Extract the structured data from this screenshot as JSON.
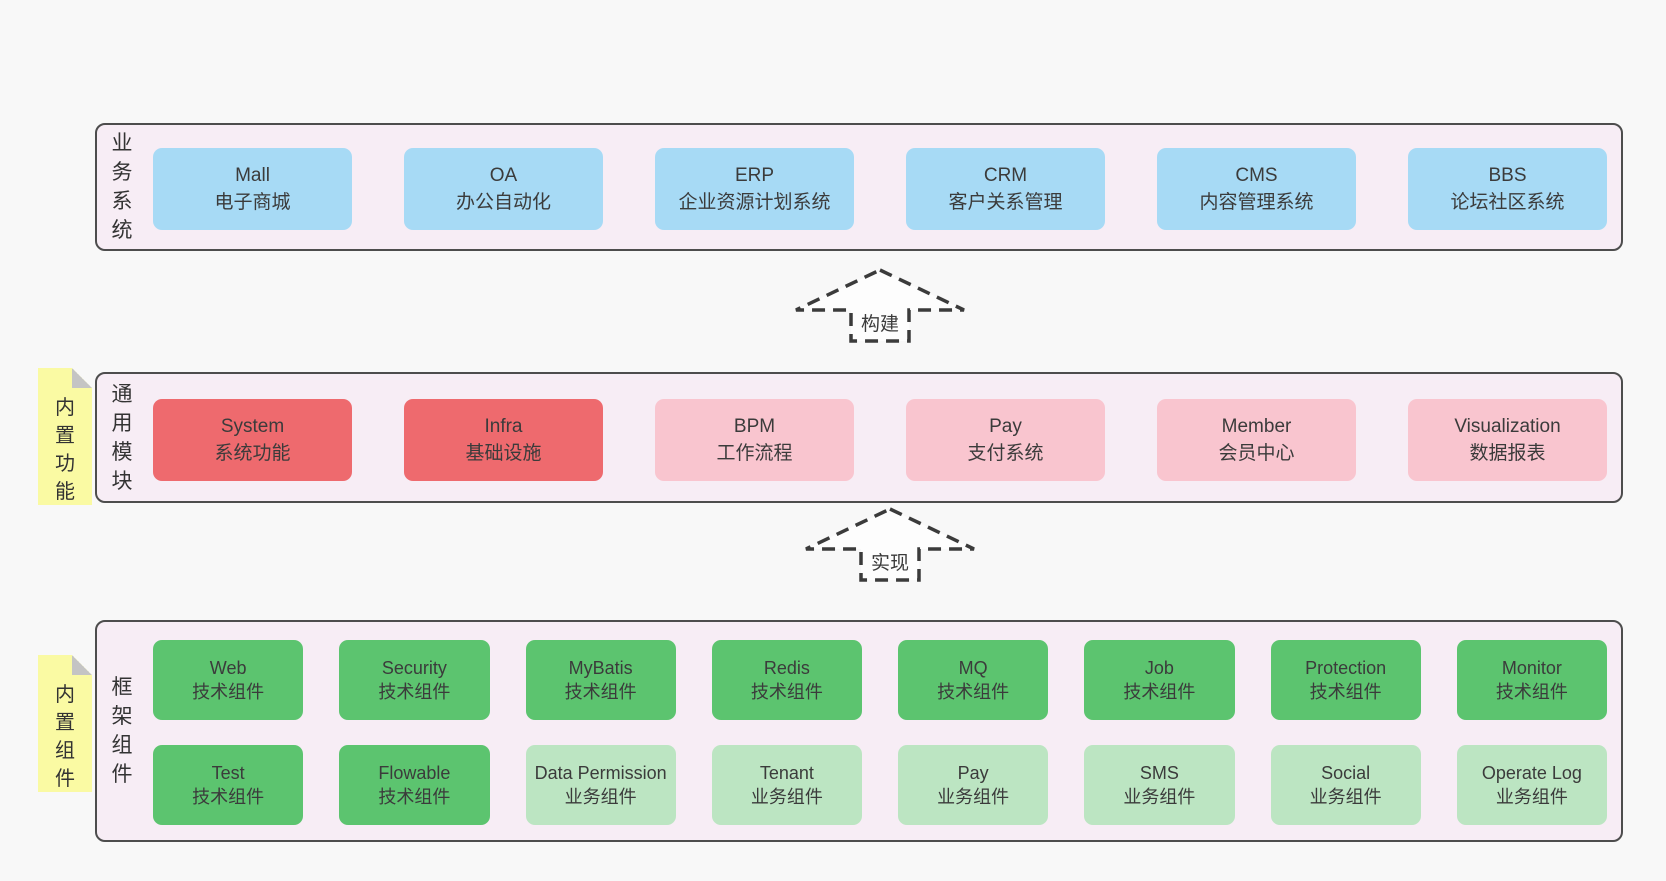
{
  "colors": {
    "background": "#f8f8f8",
    "panel_bg": "#f7edf5",
    "panel_border": "#4d4d4d",
    "blue_box": "#a7daf5",
    "red_box": "#ee6a6e",
    "pink_box": "#f9c5cf",
    "green_box": "#5cc46f",
    "light_green_box": "#bce5c2",
    "note_yellow": "#fafaa3",
    "text": "#3b3b3b"
  },
  "arrows": {
    "build": "构建",
    "implement": "实现"
  },
  "sections": {
    "business": {
      "label": "业务系统",
      "boxes": [
        {
          "name": "Mall",
          "desc": "电子商城"
        },
        {
          "name": "OA",
          "desc": "办公自动化"
        },
        {
          "name": "ERP",
          "desc": "企业资源计划系统"
        },
        {
          "name": "CRM",
          "desc": "客户关系管理"
        },
        {
          "name": "CMS",
          "desc": "内容管理系统"
        },
        {
          "name": "BBS",
          "desc": "论坛社区系统"
        }
      ]
    },
    "modules": {
      "label": "通用模块",
      "note": "内置功能",
      "boxes": [
        {
          "name": "System",
          "desc": "系统功能"
        },
        {
          "name": "Infra",
          "desc": "基础设施"
        },
        {
          "name": "BPM",
          "desc": "工作流程"
        },
        {
          "name": "Pay",
          "desc": "支付系统"
        },
        {
          "name": "Member",
          "desc": "会员中心"
        },
        {
          "name": "Visualization",
          "desc": "数据报表"
        }
      ]
    },
    "components": {
      "label": "框架组件",
      "note": "内置组件",
      "rows": [
        [
          {
            "name": "Web",
            "desc": "技术组件"
          },
          {
            "name": "Security",
            "desc": "技术组件"
          },
          {
            "name": "MyBatis",
            "desc": "技术组件"
          },
          {
            "name": "Redis",
            "desc": "技术组件"
          },
          {
            "name": "MQ",
            "desc": "技术组件"
          },
          {
            "name": "Job",
            "desc": "技术组件"
          },
          {
            "name": "Protection",
            "desc": "技术组件"
          },
          {
            "name": "Monitor",
            "desc": "技术组件"
          }
        ],
        [
          {
            "name": "Test",
            "desc": "技术组件"
          },
          {
            "name": "Flowable",
            "desc": "技术组件"
          },
          {
            "name": "Data Permission",
            "desc": "业务组件"
          },
          {
            "name": "Tenant",
            "desc": "业务组件"
          },
          {
            "name": "Pay",
            "desc": "业务组件"
          },
          {
            "name": "SMS",
            "desc": "业务组件"
          },
          {
            "name": "Social",
            "desc": "业务组件"
          },
          {
            "name": "Operate Log",
            "desc": "业务组件"
          }
        ]
      ]
    }
  }
}
